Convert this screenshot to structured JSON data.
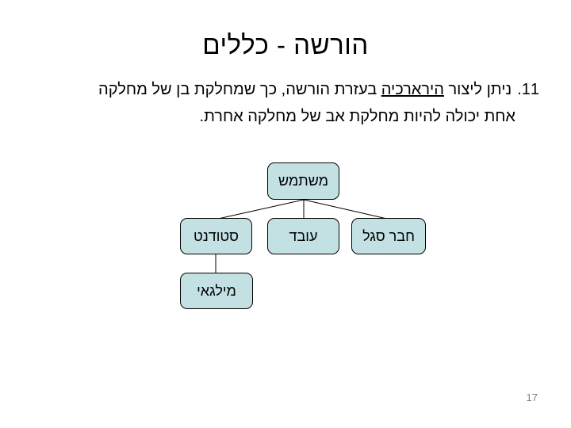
{
  "slide": {
    "title": "הורשה - כללים",
    "page_number": "17",
    "page_number_color": "#7f7f7f"
  },
  "body": {
    "marker": "11.",
    "pre": "ניתן ליצור ",
    "underlined": "הירארכיה",
    "post": " בעזרת הורשה, כך שמחלקת בן של מחלקה",
    "line2": "אחת יכולה להיות מחלקת אב של מחלקה אחרת."
  },
  "diagram": {
    "box_fill": "#c3e1e3",
    "box_border": "#000000",
    "nodes": [
      {
        "id": "user",
        "label": "משתמש"
      },
      {
        "id": "student",
        "label": "סטודנט"
      },
      {
        "id": "worker",
        "label": "עובד"
      },
      {
        "id": "faculty",
        "label": "חבר סגל"
      },
      {
        "id": "scholarship",
        "label": "מילגאי"
      }
    ]
  }
}
